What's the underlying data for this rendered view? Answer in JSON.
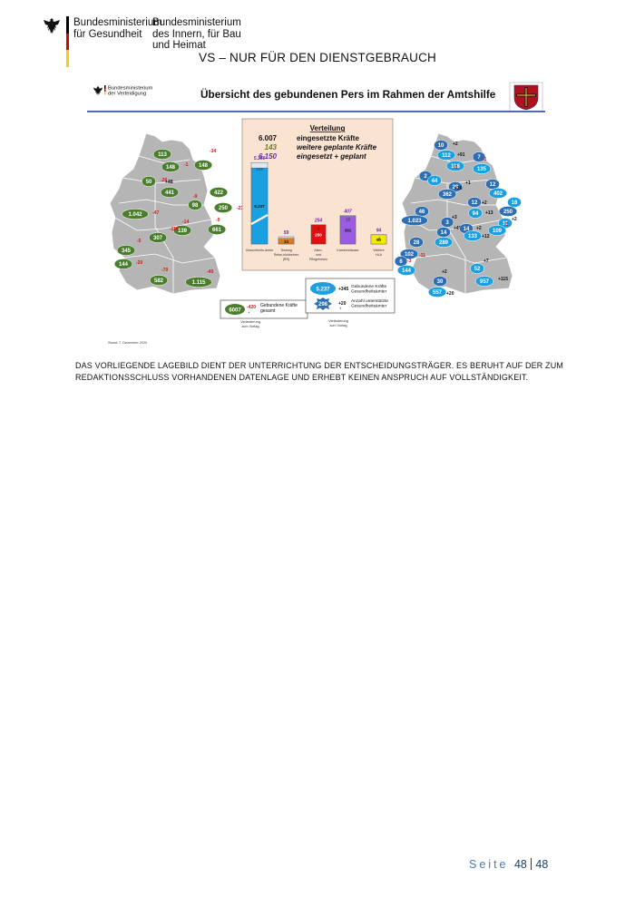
{
  "header": {
    "ministry_health": [
      "Bundesministerium",
      "für Gesundheit"
    ],
    "ministry_interior": [
      "Bundesministerium",
      "des Innern, für Bau",
      "und Heimat"
    ],
    "classification": "VS – NUR FÜR DEN DIENSTGEBRAUCH"
  },
  "slide": {
    "logo_text": [
      "Bundesministerium",
      "der Verteidigung"
    ],
    "title": "Übersicht des gebundenen Pers im Rahmen der Amtshilfe",
    "distribution": {
      "heading": "Verteilung",
      "rows": [
        {
          "value": "6.007",
          "label": "eingesetzte Kräfte",
          "color": "#111111"
        },
        {
          "value": "143",
          "label": "weitere geplante Kräfte",
          "color": "#6a7a1f"
        },
        {
          "value": "6.150",
          "label": "eingesetzt + geplant",
          "color": "#6b2fa8"
        }
      ]
    },
    "bars": [
      {
        "category": "Gesundheits-ämter",
        "total": "5.356",
        "planned": "119",
        "deployed": "5.237",
        "color": "#1aa0e0"
      },
      {
        "category": "Testung Reise-rückkehrer (RR)",
        "total": "59",
        "planned": "",
        "deployed": "33",
        "color": "#e07a20"
      },
      {
        "category": "Alten- und Pflegeheime",
        "total": "254",
        "planned": "4",
        "deployed": "250",
        "color": "#e01010"
      },
      {
        "category": "Krankenhäuser",
        "total": "407",
        "planned": "16",
        "deployed": "391",
        "color": "#9a5ce0"
      },
      {
        "category": "Weitere HLA",
        "total": "94",
        "planned": "4",
        "deployed": "90",
        "color": "#f2ea00"
      }
    ],
    "left_map": {
      "badges": [
        {
          "v": "113",
          "d": ""
        },
        {
          "v": "148",
          "d": "-1"
        },
        {
          "v": "148",
          "d": "-34"
        },
        {
          "v": "50",
          "d": "-26"
        },
        {
          "v": "441",
          "d": "+48"
        },
        {
          "v": "98",
          "d": "-9"
        },
        {
          "v": "422",
          "d": ""
        },
        {
          "v": "250",
          "d": "-230"
        },
        {
          "v": "1.042",
          "d": "-47"
        },
        {
          "v": "139",
          "d": "-14"
        },
        {
          "v": "661",
          "d": "-9"
        },
        {
          "v": "307",
          "d": "-118"
        },
        {
          "v": "345",
          "d": "-5"
        },
        {
          "v": "144",
          "d": "-20"
        },
        {
          "v": "582",
          "d": "-70"
        },
        {
          "v": "1.115",
          "d": "-45"
        }
      ],
      "legend_value": "6007",
      "legend_delta": "-420",
      "legend_delta_sub": "+",
      "legend_text": [
        "Gebundene Kräfte",
        "gesamt"
      ],
      "footnote": [
        "Veränderung",
        "zum Vortag"
      ]
    },
    "right_map": {
      "badges": [
        {
          "v": "10",
          "d": "+2"
        },
        {
          "v": "112",
          "d": "+91"
        },
        {
          "v": "7",
          "d": "-1"
        },
        {
          "v": "118",
          "d": "-3"
        },
        {
          "v": "135",
          "d": ""
        },
        {
          "v": "2",
          "d": "+4"
        },
        {
          "v": "44",
          "d": ""
        },
        {
          "v": "29",
          "d": "+1"
        },
        {
          "v": "362",
          "d": "+20"
        },
        {
          "v": "12",
          "d": ""
        },
        {
          "v": "402",
          "d": ""
        },
        {
          "v": "18",
          "d": ""
        },
        {
          "v": "12",
          "d": "+2"
        },
        {
          "v": "94",
          "d": "+13"
        },
        {
          "v": "250",
          "d": ""
        },
        {
          "v": "46",
          "d": ""
        },
        {
          "v": "1.023",
          "d": ""
        },
        {
          "v": "3",
          "d": "+3"
        },
        {
          "v": "11",
          "d": "+2"
        },
        {
          "v": "14",
          "d": "+45"
        },
        {
          "v": "14",
          "d": "+2"
        },
        {
          "v": "109",
          "d": "-1"
        },
        {
          "v": "28",
          "d": ""
        },
        {
          "v": "289",
          "d": ""
        },
        {
          "v": "133",
          "d": "+12"
        },
        {
          "v": "102",
          "d": "-11"
        },
        {
          "v": "6",
          "d": "-3"
        },
        {
          "v": "144",
          "d": ""
        },
        {
          "v": "52",
          "d": "+7"
        },
        {
          "v": "30",
          "d": "+2"
        },
        {
          "v": "957",
          "d": "+115"
        },
        {
          "v": "557",
          "d": "+20"
        }
      ],
      "legend_rows": [
        {
          "value": "5.237",
          "delta": "+345",
          "text": [
            "Gebundene Kräfte",
            "Gesundheitsämter"
          ]
        },
        {
          "value": "298",
          "delta": "+20",
          "delta_sub": "+",
          "text": [
            "Anzahl unterstützte",
            "Gesundheitsämter"
          ]
        }
      ],
      "footnote": [
        "Veränderung",
        "zum Vortag"
      ]
    },
    "stand": "Stand: 7. Dezember 2020"
  },
  "disclaimer": "DAS VORLIEGENDE LAGEBILD DIENT DER UNTERRICHTUNG DER ENTSCHEIDUNGSTRÄGER. ES BERUHT AUF DER ZUM REDAKTIONSSCHLUSS VORHANDENEN DATENLAGE UND ERHEBT KEINEN ANSPRUCH AUF VOLLSTÄNDIGKEIT.",
  "footer": {
    "label": "Seite",
    "page": "48",
    "total": "48"
  },
  "colors": {
    "green_badge": "#4a7d2c",
    "blue_badge": "#2e6fb4",
    "light_blue_badge": "#1aa0e0",
    "map_grey": "#b5b5b5",
    "flag_black": "#000000",
    "flag_red": "#dd0000",
    "flag_gold": "#ffcc00"
  }
}
